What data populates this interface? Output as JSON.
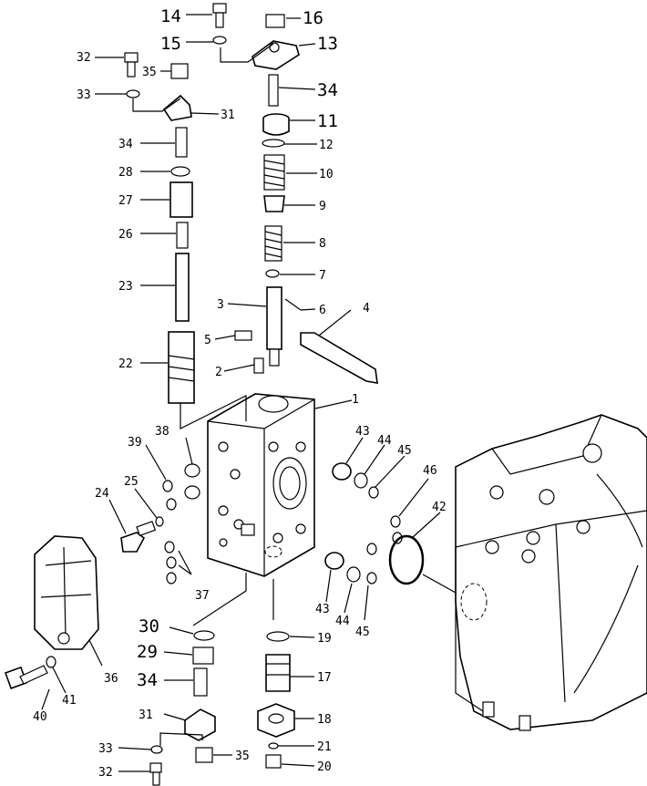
{
  "callouts": [
    {
      "id": "c14",
      "text": "14"
    },
    {
      "id": "c15",
      "text": "15"
    },
    {
      "id": "c16",
      "text": "16"
    },
    {
      "id": "c13",
      "text": "13"
    },
    {
      "id": "c32a",
      "text": "32"
    },
    {
      "id": "c35a",
      "text": "35"
    },
    {
      "id": "c34a",
      "text": "34"
    },
    {
      "id": "c33a",
      "text": "33"
    },
    {
      "id": "c31a",
      "text": "31"
    },
    {
      "id": "c11",
      "text": "11"
    },
    {
      "id": "c34b",
      "text": "34"
    },
    {
      "id": "c12",
      "text": "12"
    },
    {
      "id": "c28",
      "text": "28"
    },
    {
      "id": "c10",
      "text": "10"
    },
    {
      "id": "c27",
      "text": "27"
    },
    {
      "id": "c9",
      "text": "9"
    },
    {
      "id": "c26",
      "text": "26"
    },
    {
      "id": "c8",
      "text": "8"
    },
    {
      "id": "c23",
      "text": "23"
    },
    {
      "id": "c7",
      "text": "7"
    },
    {
      "id": "c3",
      "text": "3"
    },
    {
      "id": "c6",
      "text": "6"
    },
    {
      "id": "c4",
      "text": "4"
    },
    {
      "id": "c5",
      "text": "5"
    },
    {
      "id": "c22",
      "text": "22"
    },
    {
      "id": "c2",
      "text": "2"
    },
    {
      "id": "c1",
      "text": "1"
    },
    {
      "id": "c38",
      "text": "38"
    },
    {
      "id": "c39",
      "text": "39"
    },
    {
      "id": "c43a",
      "text": "43"
    },
    {
      "id": "c44a",
      "text": "44"
    },
    {
      "id": "c45a",
      "text": "45"
    },
    {
      "id": "c46",
      "text": "46"
    },
    {
      "id": "c42",
      "text": "42"
    },
    {
      "id": "c25",
      "text": "25"
    },
    {
      "id": "c24",
      "text": "24"
    },
    {
      "id": "c37",
      "text": "37"
    },
    {
      "id": "c43b",
      "text": "43"
    },
    {
      "id": "c44b",
      "text": "44"
    },
    {
      "id": "c45b",
      "text": "45"
    },
    {
      "id": "c30",
      "text": "30"
    },
    {
      "id": "c19",
      "text": "19"
    },
    {
      "id": "c29",
      "text": "29"
    },
    {
      "id": "c36",
      "text": "36"
    },
    {
      "id": "c34c",
      "text": "34"
    },
    {
      "id": "c17",
      "text": "17"
    },
    {
      "id": "c40",
      "text": "40"
    },
    {
      "id": "c41",
      "text": "41"
    },
    {
      "id": "c31b",
      "text": "31"
    },
    {
      "id": "c18",
      "text": "18"
    },
    {
      "id": "c33b",
      "text": "33"
    },
    {
      "id": "c35b",
      "text": "35"
    },
    {
      "id": "c21",
      "text": "21"
    },
    {
      "id": "c32b",
      "text": "32"
    },
    {
      "id": "c20",
      "text": "20"
    }
  ]
}
